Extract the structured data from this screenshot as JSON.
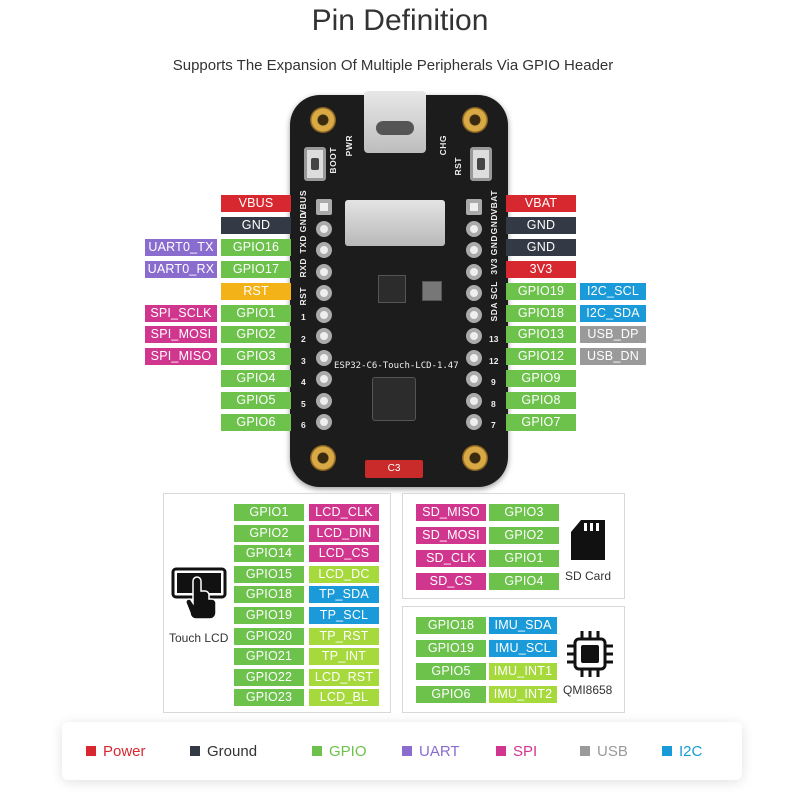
{
  "title": "Pin Definition",
  "subtitle": "Supports The Expansion Of Multiple Peripherals Via GPIO Header",
  "board": {
    "name": "ESP32-C6-Touch-LCD-1.47",
    "left_silk": [
      "RST",
      "RXD",
      "TXD",
      "GND",
      "VBUS"
    ],
    "right_silk": [
      "VBAT",
      "GND",
      "GND",
      "3V3",
      "SCL",
      "SDA",
      "13",
      "12",
      "9",
      "8",
      "7"
    ],
    "left_nums": [
      "1",
      "2",
      "3",
      "4",
      "5",
      "6"
    ],
    "top_silk": [
      "BOOT",
      "PWR",
      "CHG",
      "RST"
    ],
    "c3_label": "C3"
  },
  "left_pins": [
    {
      "func": "",
      "pin": "VBUS"
    },
    {
      "func": "",
      "pin": "GND"
    },
    {
      "func": "UART0_TX",
      "pin": "GPIO16"
    },
    {
      "func": "UART0_RX",
      "pin": "GPIO17"
    },
    {
      "func": "",
      "pin": "RST"
    },
    {
      "func": "SPI_SCLK",
      "pin": "GPIO1"
    },
    {
      "func": "SPI_MOSI",
      "pin": "GPIO2"
    },
    {
      "func": "SPI_MISO",
      "pin": "GPIO3"
    },
    {
      "func": "",
      "pin": "GPIO4"
    },
    {
      "func": "",
      "pin": "GPIO5"
    },
    {
      "func": "",
      "pin": "GPIO6"
    }
  ],
  "right_pins": [
    {
      "pin": "VBAT",
      "func": ""
    },
    {
      "pin": "GND",
      "func": ""
    },
    {
      "pin": "GND",
      "func": ""
    },
    {
      "pin": "3V3",
      "func": ""
    },
    {
      "pin": "GPIO19",
      "func": "I2C_SCL"
    },
    {
      "pin": "GPIO18",
      "func": "I2C_SDA"
    },
    {
      "pin": "GPIO13",
      "func": "USB_DP"
    },
    {
      "pin": "GPIO12",
      "func": "USB_DN"
    },
    {
      "pin": "GPIO9",
      "func": ""
    },
    {
      "pin": "GPIO8",
      "func": ""
    },
    {
      "pin": "GPIO7",
      "func": ""
    }
  ],
  "lcd_box": {
    "caption": "Touch LCD",
    "rows": [
      {
        "pin": "GPIO1",
        "func": "LCD_CLK"
      },
      {
        "pin": "GPIO2",
        "func": "LCD_DIN"
      },
      {
        "pin": "GPIO14",
        "func": "LCD_CS"
      },
      {
        "pin": "GPIO15",
        "func": "LCD_DC"
      },
      {
        "pin": "GPIO18",
        "func": "TP_SDA"
      },
      {
        "pin": "GPIO19",
        "func": "TP_SCL"
      },
      {
        "pin": "GPIO20",
        "func": "TP_RST"
      },
      {
        "pin": "GPIO21",
        "func": "TP_INT"
      },
      {
        "pin": "GPIO22",
        "func": "LCD_RST"
      },
      {
        "pin": "GPIO23",
        "func": "LCD_BL"
      }
    ]
  },
  "sd_box": {
    "caption": "SD Card",
    "rows": [
      {
        "func": "SD_MISO",
        "pin": "GPIO3"
      },
      {
        "func": "SD_MOSI",
        "pin": "GPIO2"
      },
      {
        "func": "SD_CLK",
        "pin": "GPIO1"
      },
      {
        "func": "SD_CS",
        "pin": "GPIO4"
      }
    ]
  },
  "imu_box": {
    "caption": "QMI8658",
    "rows": [
      {
        "pin": "GPIO18",
        "func": "IMU_SDA"
      },
      {
        "pin": "GPIO19",
        "func": "IMU_SCL"
      },
      {
        "pin": "GPIO5",
        "func": "IMU_INT1"
      },
      {
        "pin": "GPIO6",
        "func": "IMU_INT2"
      }
    ]
  },
  "legend": [
    {
      "label": "Power",
      "color": "#d8282f"
    },
    {
      "label": "Ground",
      "color": "#333a45"
    },
    {
      "label": "GPIO",
      "color": "#6cc24a"
    },
    {
      "label": "UART",
      "color": "#8a6ccf"
    },
    {
      "label": "SPI",
      "color": "#d1368f"
    },
    {
      "label": "USB",
      "color": "#9a9a9a"
    },
    {
      "label": "I2C",
      "color": "#1a9ad8"
    }
  ]
}
